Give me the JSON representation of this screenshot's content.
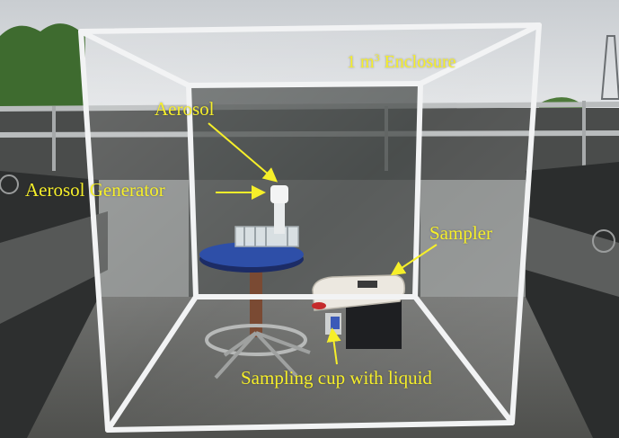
{
  "labels": {
    "enclosure_prefix": "1 m",
    "enclosure_sup": "3",
    "enclosure_suffix": " Enclosure",
    "aerosol": "Aerosol",
    "generator": "Aerosol Generator",
    "sampler": "Sampler",
    "sampling_cup": "Sampling cup with liquid"
  },
  "colors": {
    "annotation": "#f6ef2a",
    "frame": "#f2f3f4",
    "stool_seat": "#2e4fa8",
    "sampler_body": "#ece8e0",
    "sampler_base": "#1e1f22"
  }
}
